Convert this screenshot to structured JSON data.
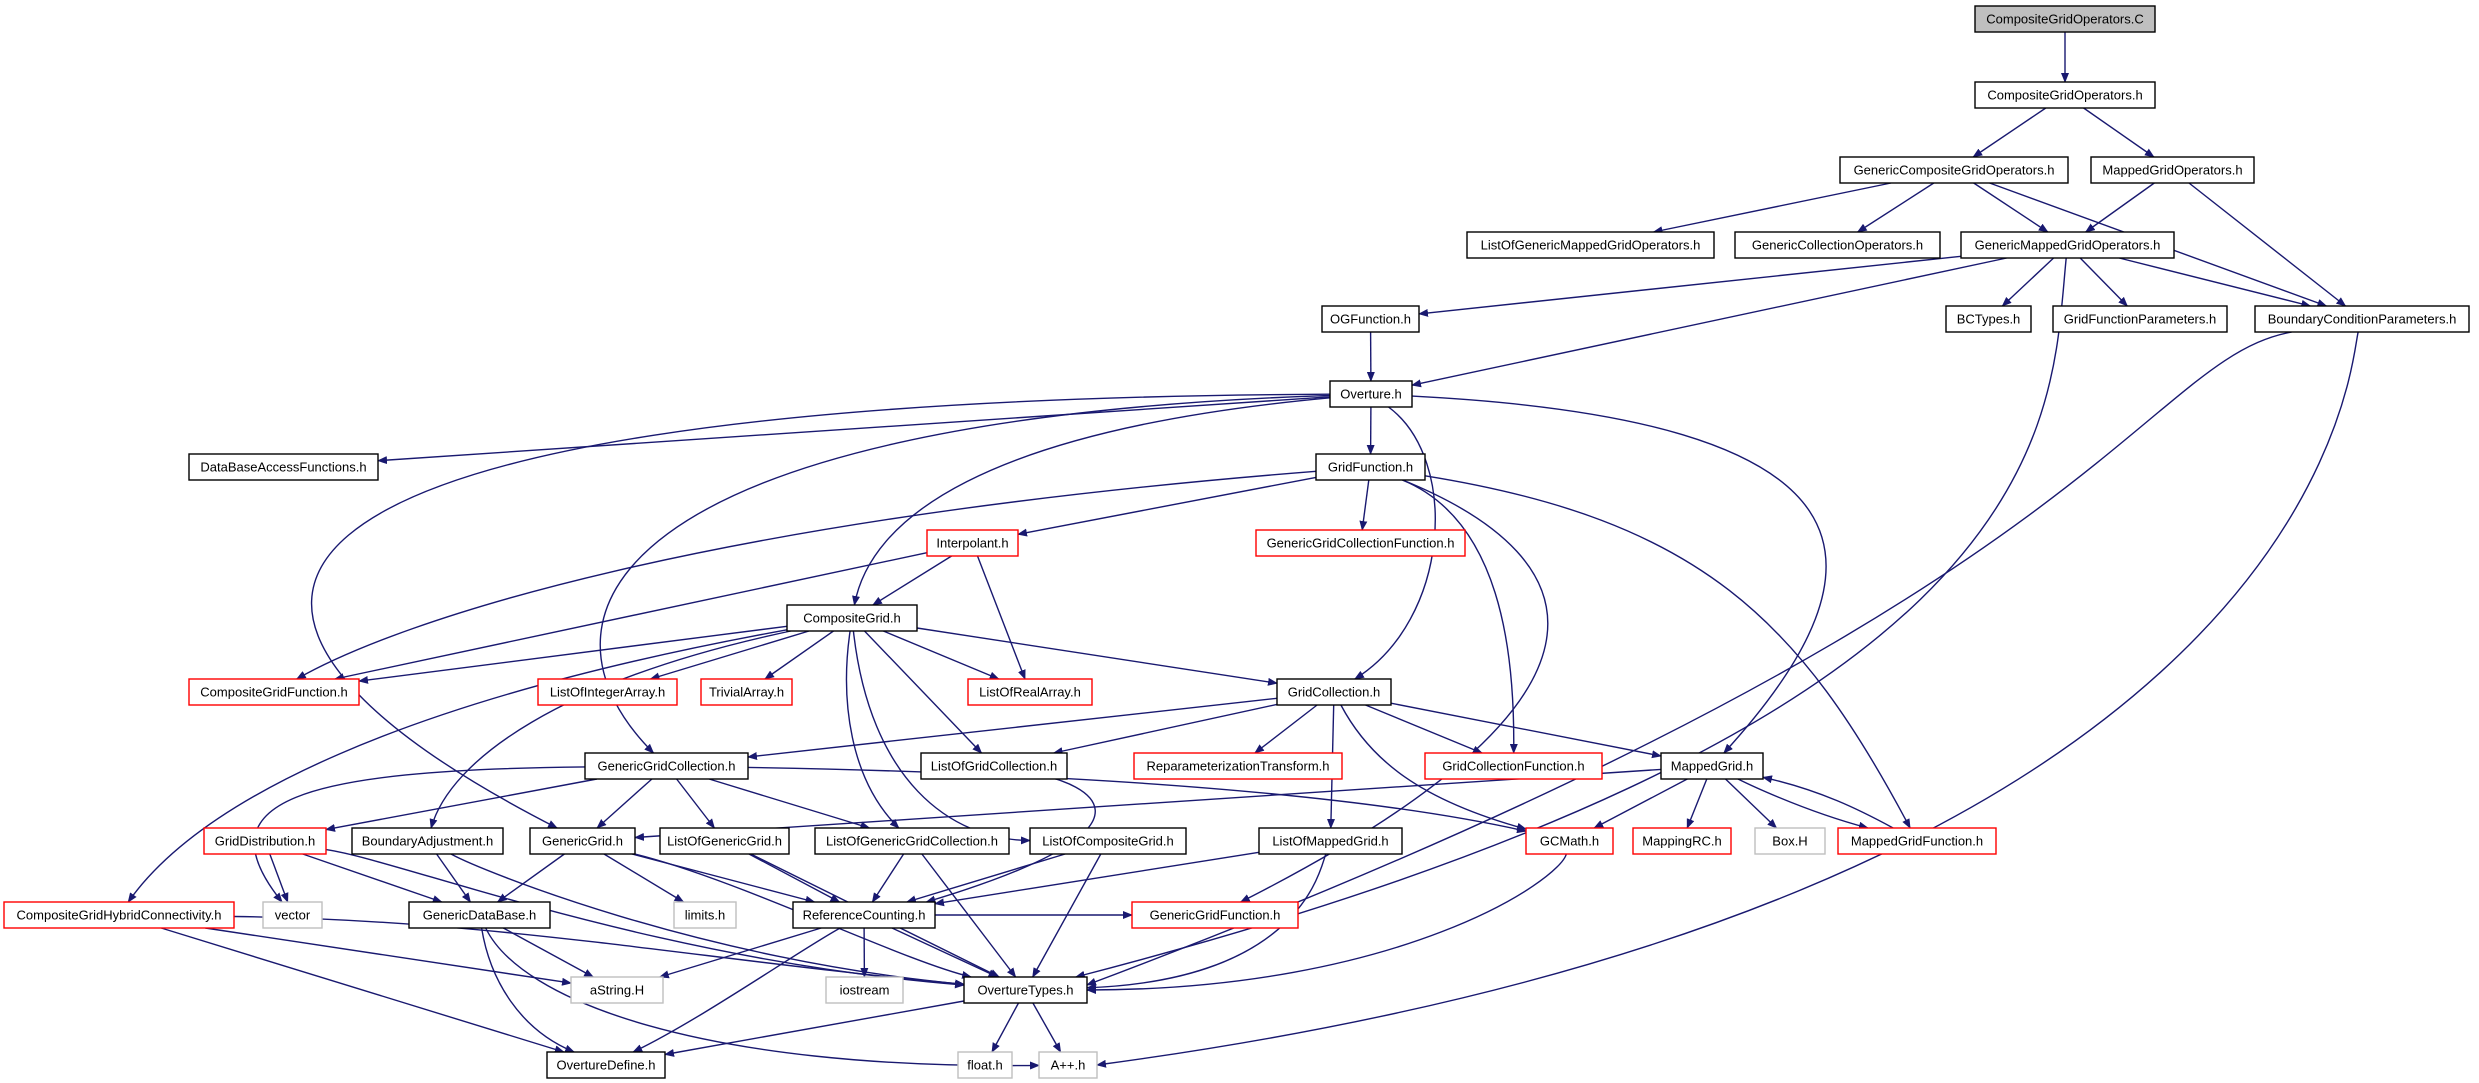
{
  "diagram": {
    "colors": {
      "edge": "#191970",
      "normal": "#000000",
      "truncated": "#ff0000",
      "external": "#bfbfbf",
      "root_fill": "#bfbfbf",
      "text": "#000000"
    },
    "nodes": [
      {
        "id": "root",
        "label": "CompositeGridOperators.C",
        "kind": "root"
      },
      {
        "id": "cgo_h",
        "label": "CompositeGridOperators.h",
        "kind": "normal"
      },
      {
        "id": "gcgo",
        "label": "GenericCompositeGridOperators.h",
        "kind": "normal"
      },
      {
        "id": "mgo",
        "label": "MappedGridOperators.h",
        "kind": "normal"
      },
      {
        "id": "logmgo",
        "label": "ListOfGenericMappedGridOperators.h",
        "kind": "normal"
      },
      {
        "id": "gco",
        "label": "GenericCollectionOperators.h",
        "kind": "normal"
      },
      {
        "id": "gmgo",
        "label": "GenericMappedGridOperators.h",
        "kind": "normal"
      },
      {
        "id": "ogf",
        "label": "OGFunction.h",
        "kind": "normal"
      },
      {
        "id": "bct",
        "label": "BCTypes.h",
        "kind": "normal"
      },
      {
        "id": "gfp",
        "label": "GridFunctionParameters.h",
        "kind": "normal"
      },
      {
        "id": "bcp",
        "label": "BoundaryConditionParameters.h",
        "kind": "normal"
      },
      {
        "id": "overture",
        "label": "Overture.h",
        "kind": "normal"
      },
      {
        "id": "dbaf",
        "label": "DataBaseAccessFunctions.h",
        "kind": "normal"
      },
      {
        "id": "gridfn",
        "label": "GridFunction.h",
        "kind": "normal"
      },
      {
        "id": "interp",
        "label": "Interpolant.h",
        "kind": "truncated"
      },
      {
        "id": "ggcf",
        "label": "GenericGridCollectionFunction.h",
        "kind": "truncated"
      },
      {
        "id": "cg",
        "label": "CompositeGrid.h",
        "kind": "normal"
      },
      {
        "id": "cgf",
        "label": "CompositeGridFunction.h",
        "kind": "truncated"
      },
      {
        "id": "loia",
        "label": "ListOfIntegerArray.h",
        "kind": "truncated"
      },
      {
        "id": "ta",
        "label": "TrivialArray.h",
        "kind": "truncated"
      },
      {
        "id": "lora",
        "label": "ListOfRealArray.h",
        "kind": "truncated"
      },
      {
        "id": "gc",
        "label": "GridCollection.h",
        "kind": "normal"
      },
      {
        "id": "ggc",
        "label": "GenericGridCollection.h",
        "kind": "normal"
      },
      {
        "id": "logc",
        "label": "ListOfGridCollection.h",
        "kind": "normal"
      },
      {
        "id": "rt",
        "label": "ReparameterizationTransform.h",
        "kind": "truncated"
      },
      {
        "id": "gcf",
        "label": "GridCollectionFunction.h",
        "kind": "truncated"
      },
      {
        "id": "mg",
        "label": "MappedGrid.h",
        "kind": "normal"
      },
      {
        "id": "gd",
        "label": "GridDistribution.h",
        "kind": "truncated"
      },
      {
        "id": "ba",
        "label": "BoundaryAdjustment.h",
        "kind": "normal"
      },
      {
        "id": "gg",
        "label": "GenericGrid.h",
        "kind": "normal"
      },
      {
        "id": "logg",
        "label": "ListOfGenericGrid.h",
        "kind": "normal"
      },
      {
        "id": "loggc",
        "label": "ListOfGenericGridCollection.h",
        "kind": "normal"
      },
      {
        "id": "locg",
        "label": "ListOfCompositeGrid.h",
        "kind": "normal"
      },
      {
        "id": "lomg",
        "label": "ListOfMappedGrid.h",
        "kind": "normal"
      },
      {
        "id": "gcmath",
        "label": "GCMath.h",
        "kind": "truncated"
      },
      {
        "id": "mrc",
        "label": "MappingRC.h",
        "kind": "truncated"
      },
      {
        "id": "box",
        "label": "Box.H",
        "kind": "external"
      },
      {
        "id": "mgf",
        "label": "MappedGridFunction.h",
        "kind": "truncated"
      },
      {
        "id": "cghc",
        "label": "CompositeGridHybridConnectivity.h",
        "kind": "truncated"
      },
      {
        "id": "vector",
        "label": "vector",
        "kind": "external"
      },
      {
        "id": "gdb",
        "label": "GenericDataBase.h",
        "kind": "normal"
      },
      {
        "id": "limits",
        "label": "limits.h",
        "kind": "external"
      },
      {
        "id": "rc",
        "label": "ReferenceCounting.h",
        "kind": "normal"
      },
      {
        "id": "ggf",
        "label": "GenericGridFunction.h",
        "kind": "truncated"
      },
      {
        "id": "astring",
        "label": "aString.H",
        "kind": "external"
      },
      {
        "id": "iostream",
        "label": "iostream",
        "kind": "external"
      },
      {
        "id": "ot",
        "label": "OvertureTypes.h",
        "kind": "normal"
      },
      {
        "id": "od",
        "label": "OvertureDefine.h",
        "kind": "normal"
      },
      {
        "id": "float",
        "label": "float.h",
        "kind": "external"
      },
      {
        "id": "app",
        "label": "A++.h",
        "kind": "external"
      }
    ],
    "edges": [
      [
        "root",
        "cgo_h"
      ],
      [
        "cgo_h",
        "gcgo"
      ],
      [
        "cgo_h",
        "mgo"
      ],
      [
        "gcgo",
        "logmgo"
      ],
      [
        "gcgo",
        "gco"
      ],
      [
        "gcgo",
        "gmgo"
      ],
      [
        "gcgo",
        "bcp"
      ],
      [
        "mgo",
        "gmgo"
      ],
      [
        "mgo",
        "bcp"
      ],
      [
        "gmgo",
        "ogf"
      ],
      [
        "gmgo",
        "overture"
      ],
      [
        "gmgo",
        "bct"
      ],
      [
        "gmgo",
        "gfp"
      ],
      [
        "gmgo",
        "bcp"
      ],
      [
        "gmgo",
        "ot"
      ],
      [
        "bcp",
        "ot"
      ],
      [
        "bcp",
        "app"
      ],
      [
        "ogf",
        "overture"
      ],
      [
        "overture",
        "dbaf"
      ],
      [
        "overture",
        "gridfn"
      ],
      [
        "overture",
        "cg"
      ],
      [
        "overture",
        "gc"
      ],
      [
        "overture",
        "mg"
      ],
      [
        "overture",
        "ggc"
      ],
      [
        "overture",
        "gg"
      ],
      [
        "gridfn",
        "interp"
      ],
      [
        "gridfn",
        "ggcf"
      ],
      [
        "gridfn",
        "cgf"
      ],
      [
        "gridfn",
        "gcf"
      ],
      [
        "gridfn",
        "mgf"
      ],
      [
        "gridfn",
        "ggf"
      ],
      [
        "interp",
        "cg"
      ],
      [
        "interp",
        "lora"
      ],
      [
        "interp",
        "cgf"
      ],
      [
        "cg",
        "cgf"
      ],
      [
        "cg",
        "loia"
      ],
      [
        "cg",
        "ta"
      ],
      [
        "cg",
        "lora"
      ],
      [
        "cg",
        "gc"
      ],
      [
        "cg",
        "logc"
      ],
      [
        "cg",
        "loggc"
      ],
      [
        "cg",
        "locg"
      ],
      [
        "cg",
        "ba"
      ],
      [
        "cg",
        "cghc"
      ],
      [
        "gc",
        "ggc"
      ],
      [
        "gc",
        "logc"
      ],
      [
        "gc",
        "rt"
      ],
      [
        "gc",
        "gcf"
      ],
      [
        "gc",
        "mg"
      ],
      [
        "gc",
        "lomg"
      ],
      [
        "gc",
        "gcmath"
      ],
      [
        "ggc",
        "gg"
      ],
      [
        "ggc",
        "logg"
      ],
      [
        "ggc",
        "loggc"
      ],
      [
        "ggc",
        "gd"
      ],
      [
        "ggc",
        "vector"
      ],
      [
        "ggc",
        "gcmath"
      ],
      [
        "logc",
        "rc"
      ],
      [
        "mg",
        "gcmath"
      ],
      [
        "mg",
        "mrc"
      ],
      [
        "mg",
        "box"
      ],
      [
        "mg",
        "mgf"
      ],
      [
        "mg",
        "gg"
      ],
      [
        "mgf",
        "mg"
      ],
      [
        "gd",
        "vector"
      ],
      [
        "gd",
        "gdb"
      ],
      [
        "gd",
        "ot"
      ],
      [
        "ba",
        "gdb"
      ],
      [
        "ba",
        "ot"
      ],
      [
        "gg",
        "gdb"
      ],
      [
        "gg",
        "limits"
      ],
      [
        "gg",
        "rc"
      ],
      [
        "gg",
        "ot"
      ],
      [
        "logg",
        "rc"
      ],
      [
        "logg",
        "ot"
      ],
      [
        "loggc",
        "rc"
      ],
      [
        "loggc",
        "ot"
      ],
      [
        "locg",
        "rc"
      ],
      [
        "locg",
        "ot"
      ],
      [
        "lomg",
        "rc"
      ],
      [
        "lomg",
        "ot"
      ],
      [
        "gcmath",
        "ot"
      ],
      [
        "cghc",
        "astring"
      ],
      [
        "cghc",
        "od"
      ],
      [
        "cghc",
        "ot"
      ],
      [
        "gdb",
        "astring"
      ],
      [
        "gdb",
        "od"
      ],
      [
        "gdb",
        "app"
      ],
      [
        "rc",
        "astring"
      ],
      [
        "rc",
        "iostream"
      ],
      [
        "rc",
        "ot"
      ],
      [
        "rc",
        "od"
      ],
      [
        "rc",
        "ggf"
      ],
      [
        "ot",
        "od"
      ],
      [
        "ot",
        "float"
      ],
      [
        "ot",
        "app"
      ]
    ]
  }
}
